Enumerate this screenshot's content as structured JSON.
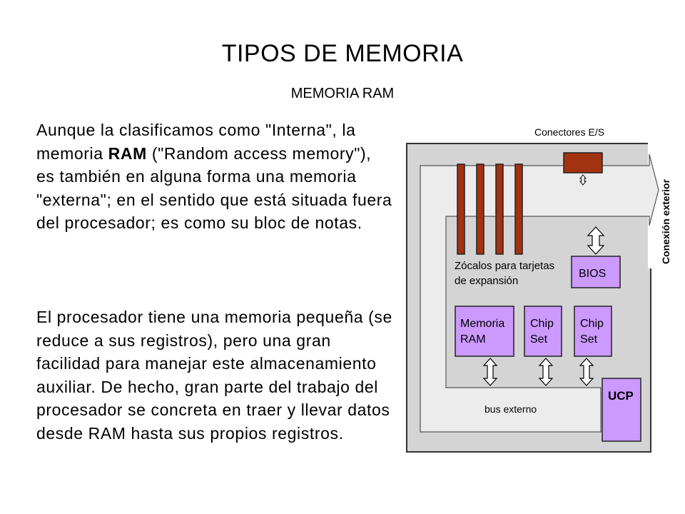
{
  "slide": {
    "title": "TIPOS DE MEMORIA",
    "subtitle": "MEMORIA RAM",
    "paragraph1": {
      "before": "Aunque la clasificamos como \"Interna\", la memoria ",
      "bold": "RAM",
      "after": " (\"Random access memory\"), es también en alguna forma una memoria \"externa\"; en el sentido que está situada fuera del procesador; es como su bloc de notas."
    },
    "paragraph2": "El procesador tiene una memoria pequeña (se reduce a sus registros), pero una gran facilidad para manejar este almacenamiento auxiliar. De hecho, gran parte del trabajo del procesador se concreta en traer y llevar datos desde RAM hasta sus propios registros."
  },
  "diagram": {
    "connectors_label": "Conectores E/S",
    "exterior_label": "Conexión exterior",
    "slots_label_line1": "Zócalos para tarjetas",
    "slots_label_line2": "de expansión",
    "bios_label": "BIOS",
    "ram_label_line1": "Memoria",
    "ram_label_line2": "RAM",
    "chipset1_line1": "Chip",
    "chipset1_line2": "Set",
    "chipset2_line1": "Chip",
    "chipset2_line2": "Set",
    "ucp_label": "UCP",
    "bus_label": "bus externo",
    "colors": {
      "board": "#d4d4d4",
      "bus": "#ececec",
      "slot": "#a33210",
      "module": "#cc99ff"
    }
  }
}
